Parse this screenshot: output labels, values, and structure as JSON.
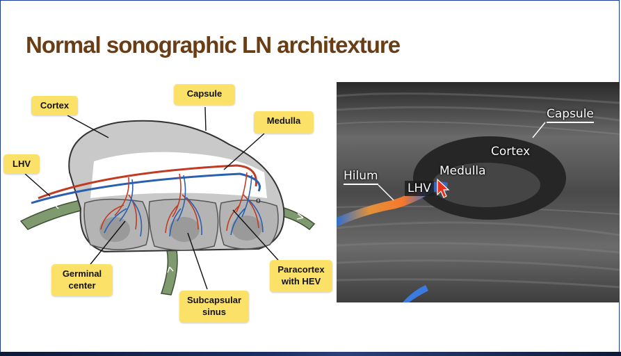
{
  "slide": {
    "title": "Normal sonographic LN architexture"
  },
  "diagram": {
    "callouts": {
      "cortex": "Cortex",
      "capsule": "Capsule",
      "medulla": "Medulla",
      "lhv": "LHV",
      "germinal_center": "Germinal center",
      "subcapsular_sinus": "Subcapsular sinus",
      "paracortex": "Paracortex with HEV"
    }
  },
  "ultrasound": {
    "labels": {
      "capsule": "Capsule",
      "cortex": "Cortex",
      "medulla": "Medulla",
      "hilum": "Hilum",
      "lhv": "LHV"
    }
  },
  "colors": {
    "title": "#6b3d15",
    "callout_bg": "#fbe168",
    "artery": "#c23a22",
    "vein": "#2b5fb0",
    "lymph_vessel": "#7f9a6f"
  }
}
